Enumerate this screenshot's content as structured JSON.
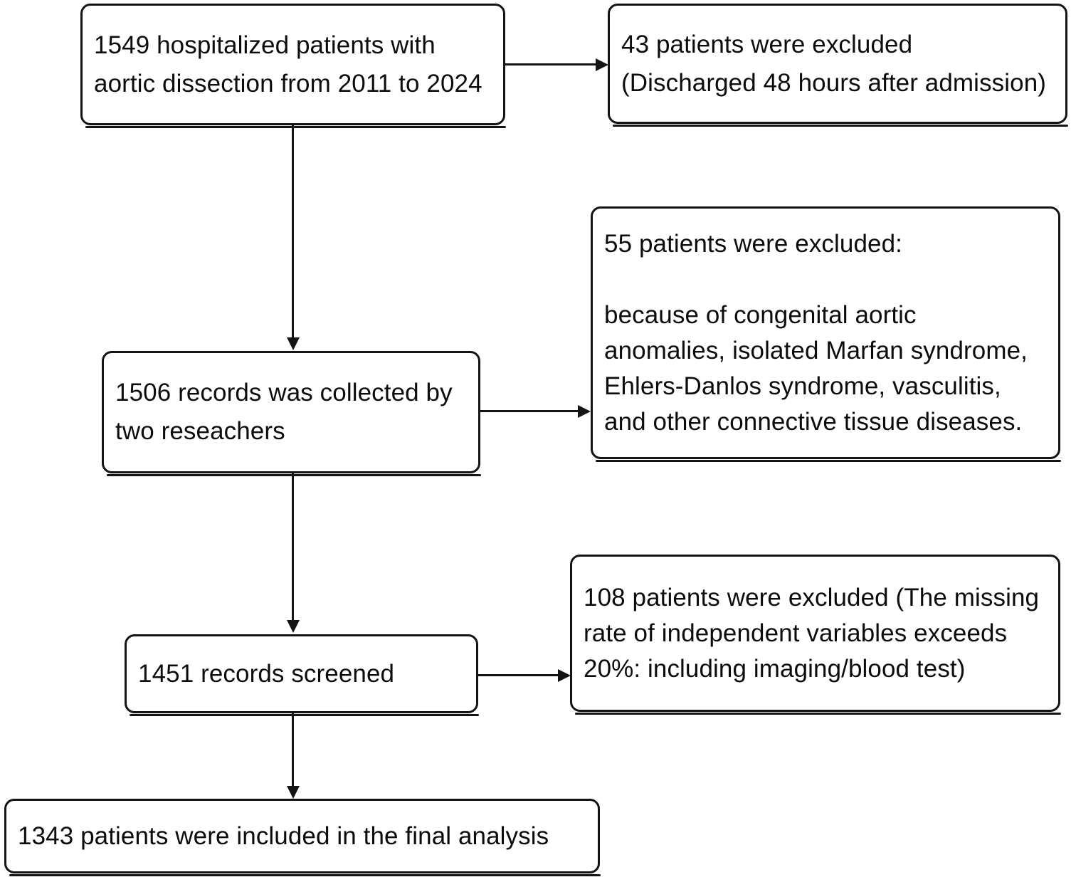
{
  "figure": {
    "type": "flowchart",
    "orientation": "top-to-bottom with right-side exclusion branches",
    "background_color": "#ffffff",
    "line_color": "#141414",
    "text_color": "#0c0c0c"
  },
  "nodes": {
    "n1_enrollment": {
      "id": "n1",
      "text": "1549 hospitalized patients with\naortic dissection from 2011 to 2024",
      "count": 1549,
      "role": "source-population"
    },
    "n2_excluded_48h": {
      "id": "n2",
      "text": "43 patients were excluded\n(Discharged 48 hours after admission)",
      "count": 43,
      "role": "exclusion"
    },
    "n3_collected": {
      "id": "n3",
      "text": "1506 records was collected by\ntwo reseachers",
      "count": 1506,
      "role": "collected"
    },
    "n4_excluded_congenital": {
      "id": "n4",
      "text": "55 patients were excluded:\n\nbecause of congenital aortic\nanomalies, isolated Marfan syndrome,\nEhlers-Danlos syndrome, vasculitis,\nand other connective tissue diseases.",
      "count": 55,
      "role": "exclusion"
    },
    "n5_screened": {
      "id": "n5",
      "text": "1451 records screened",
      "count": 1451,
      "role": "screened"
    },
    "n6_excluded_missing": {
      "id": "n6",
      "text": "108 patients were excluded (The missing\nrate of independent variables exceeds\n20%: including imaging/blood test)",
      "count": 108,
      "role": "exclusion"
    },
    "n7_final": {
      "id": "n7",
      "text": "1343 patients were included in the final analysis",
      "count": 1343,
      "role": "final-analysis"
    }
  },
  "edges": [
    {
      "from": "n1",
      "to": "n2",
      "direction": "right",
      "label": ""
    },
    {
      "from": "n1",
      "to": "n3",
      "direction": "down",
      "label": ""
    },
    {
      "from": "n3",
      "to": "n4",
      "direction": "right",
      "label": ""
    },
    {
      "from": "n3",
      "to": "n5",
      "direction": "down",
      "label": ""
    },
    {
      "from": "n5",
      "to": "n6",
      "direction": "right",
      "label": ""
    },
    {
      "from": "n5",
      "to": "n7",
      "direction": "down",
      "label": ""
    }
  ]
}
